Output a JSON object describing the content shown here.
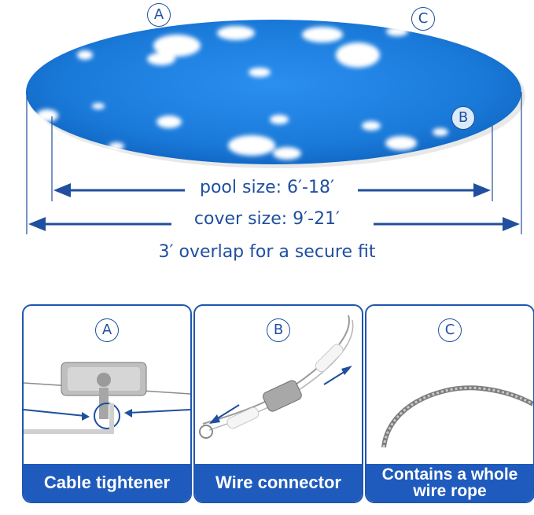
{
  "pool_diagram": {
    "marker_a": "A",
    "marker_b": "B",
    "marker_c": "C",
    "pool_size_label": "pool size: 6′-18′",
    "cover_size_label": "cover size: 9′-21′",
    "overlap_note": "3′ overlap for a secure fit",
    "colors": {
      "cover_blue": "#1e7ddb",
      "arrow_blue": "#1f4f9e"
    }
  },
  "panels": [
    {
      "marker": "A",
      "caption": "Cable tightener"
    },
    {
      "marker": "B",
      "caption": "Wire connector"
    },
    {
      "marker": "C",
      "caption": "Contains a whole\nwire rope"
    }
  ],
  "colors": {
    "caption_bg": "#1f5bbd",
    "panel_border": "#1f56b0"
  }
}
